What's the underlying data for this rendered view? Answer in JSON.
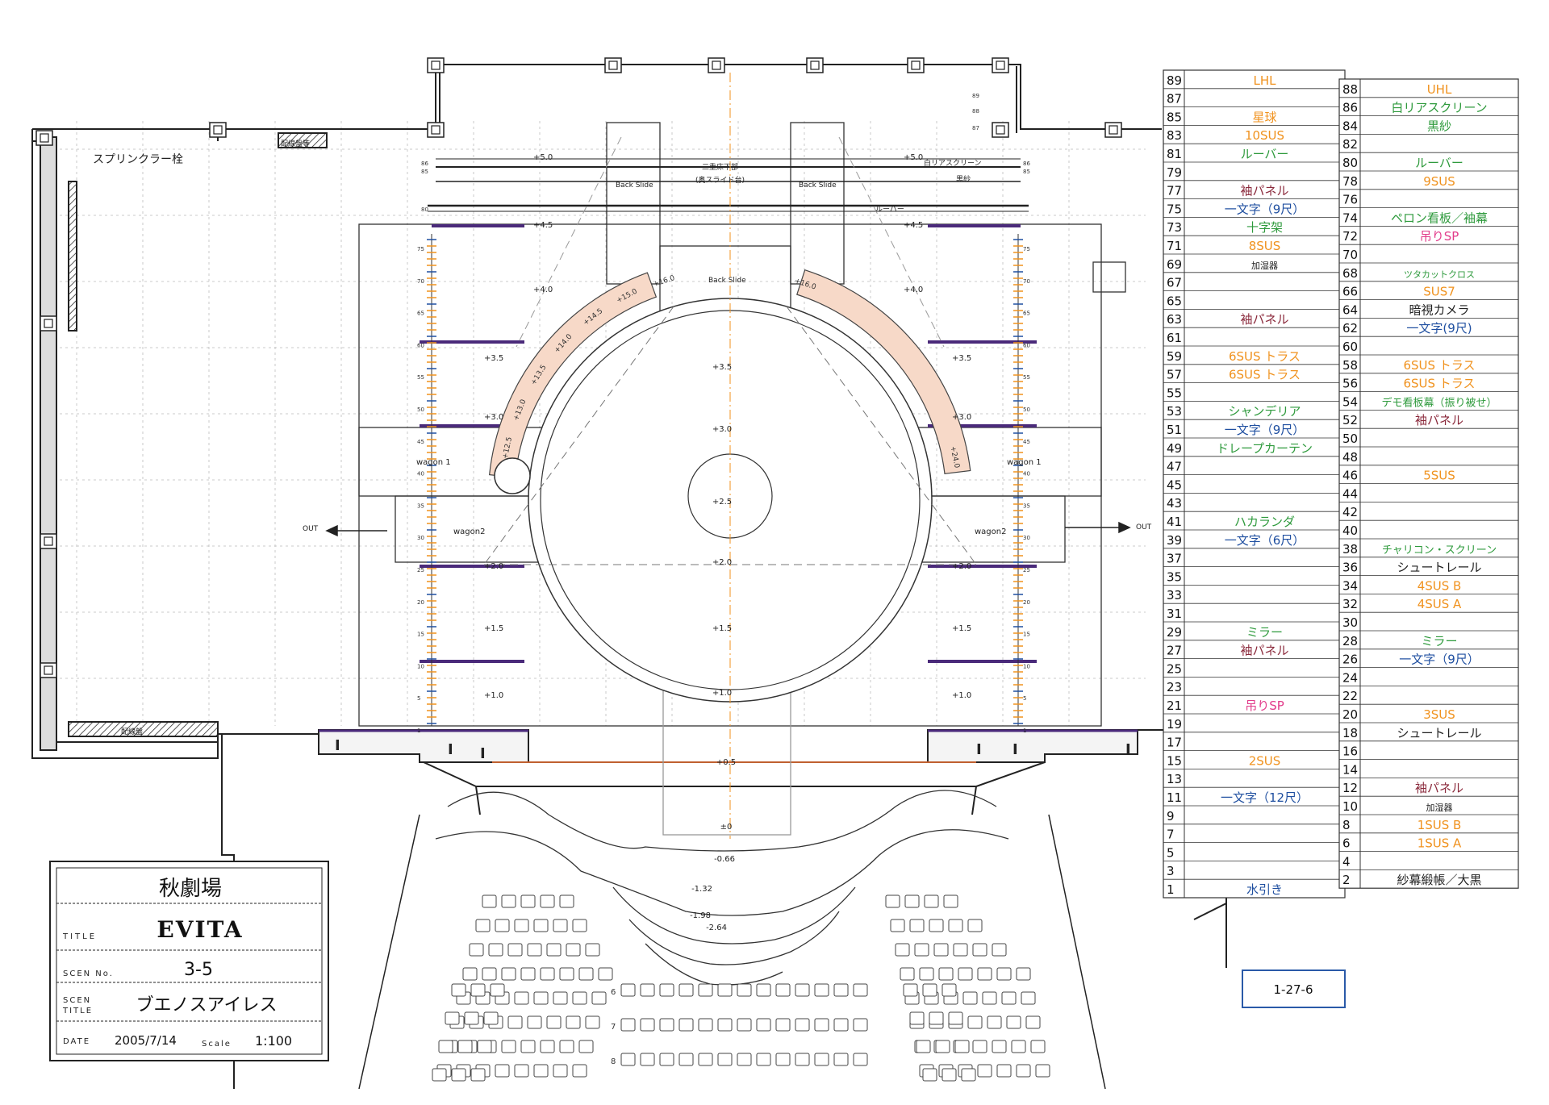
{
  "plan": {
    "labels": {
      "sprinkler": "スプリンクラー栓",
      "panel_top": "配線盤等",
      "panel_bottom": "配線盤",
      "back_slide": "Back Slide",
      "double_floor": "二重床下部",
      "double_floor_sub": "(奥スライド台)",
      "wagon1": "wagon 1",
      "wagon2": "wagon2",
      "out": "OUT",
      "white_screen": "白リアスクリーン",
      "black_gauze": "黒紗",
      "louver": "ルーバー"
    },
    "levels": [
      "+5.0",
      "+4.5",
      "+4.0",
      "+3.5",
      "+3.0",
      "+2.5",
      "+2.0",
      "+1.5",
      "+1.0",
      "+0.5",
      "±0",
      "-0.66",
      "-1.32",
      "-1.98",
      "-2.64"
    ],
    "arc_left": [
      "+12.5",
      "+13.0",
      "+13.5",
      "+14.0",
      "+14.5",
      "+15.0",
      "+16.0"
    ],
    "arc_right": [
      "+16.0",
      "+24.0"
    ],
    "ruler_marks": [
      "75",
      "70",
      "65",
      "60",
      "55",
      "50",
      "45",
      "40",
      "35",
      "30",
      "25",
      "20",
      "15",
      "10",
      "5",
      "1"
    ],
    "small_nums": [
      "89",
      "88",
      "87",
      "86",
      "85",
      "80"
    ],
    "row_numbers": [
      "6",
      "7",
      "8"
    ]
  },
  "batten_left": [
    {
      "n": "89",
      "label": "LHL",
      "color": "#f0921e"
    },
    {
      "n": "87",
      "label": "",
      "color": "#000"
    },
    {
      "n": "85",
      "label": "星球",
      "color": "#f0921e"
    },
    {
      "n": "83",
      "label": "10SUS",
      "color": "#f0921e"
    },
    {
      "n": "81",
      "label": "ルーバー",
      "color": "#2e9a3c"
    },
    {
      "n": "79",
      "label": "",
      "color": "#000"
    },
    {
      "n": "77",
      "label": "袖パネル",
      "color": "#8b2a3c"
    },
    {
      "n": "75",
      "label": "一文字（9尺）",
      "color": "#1f4fa0"
    },
    {
      "n": "73",
      "label": "十字架",
      "color": "#2e9a3c"
    },
    {
      "n": "71",
      "label": "8SUS",
      "color": "#f0921e"
    },
    {
      "n": "69",
      "label": "加湿器",
      "color": "#222"
    },
    {
      "n": "67",
      "label": "",
      "color": "#000"
    },
    {
      "n": "65",
      "label": "",
      "color": "#000"
    },
    {
      "n": "63",
      "label": "袖パネル",
      "color": "#8b2a3c"
    },
    {
      "n": "61",
      "label": "",
      "color": "#000"
    },
    {
      "n": "59",
      "label": "6SUS トラス",
      "color": "#f0921e"
    },
    {
      "n": "57",
      "label": "6SUS トラス",
      "color": "#f0921e"
    },
    {
      "n": "55",
      "label": "",
      "color": "#000"
    },
    {
      "n": "53",
      "label": "シャンデリア",
      "color": "#2e9a3c"
    },
    {
      "n": "51",
      "label": "一文字（9尺）",
      "color": "#1f4fa0"
    },
    {
      "n": "49",
      "label": "ドレープカーテン",
      "color": "#2e9a3c"
    },
    {
      "n": "47",
      "label": "",
      "color": "#000"
    },
    {
      "n": "45",
      "label": "",
      "color": "#000"
    },
    {
      "n": "43",
      "label": "",
      "color": "#000"
    },
    {
      "n": "41",
      "label": "ハカランダ",
      "color": "#2e9a3c"
    },
    {
      "n": "39",
      "label": "一文字（6尺）",
      "color": "#1f4fa0"
    },
    {
      "n": "37",
      "label": "",
      "color": "#000"
    },
    {
      "n": "35",
      "label": "",
      "color": "#000"
    },
    {
      "n": "33",
      "label": "",
      "color": "#000"
    },
    {
      "n": "31",
      "label": "",
      "color": "#000"
    },
    {
      "n": "29",
      "label": "ミラー",
      "color": "#2e9a3c"
    },
    {
      "n": "27",
      "label": "袖パネル",
      "color": "#8b2a3c"
    },
    {
      "n": "25",
      "label": "",
      "color": "#000"
    },
    {
      "n": "23",
      "label": "",
      "color": "#000"
    },
    {
      "n": "21",
      "label": "吊りSP",
      "color": "#e23b8a"
    },
    {
      "n": "19",
      "label": "",
      "color": "#000"
    },
    {
      "n": "17",
      "label": "",
      "color": "#000"
    },
    {
      "n": "15",
      "label": "2SUS",
      "color": "#f0921e"
    },
    {
      "n": "13",
      "label": "",
      "color": "#000"
    },
    {
      "n": "11",
      "label": "一文字（12尺）",
      "color": "#1f4fa0"
    },
    {
      "n": "9",
      "label": "",
      "color": "#000"
    },
    {
      "n": "7",
      "label": "",
      "color": "#000"
    },
    {
      "n": "5",
      "label": "",
      "color": "#000"
    },
    {
      "n": "3",
      "label": "",
      "color": "#000"
    },
    {
      "n": "1",
      "label": "水引き",
      "color": "#1f4fa0"
    }
  ],
  "batten_right": [
    {
      "n": "88",
      "label": "UHL",
      "color": "#f0921e"
    },
    {
      "n": "86",
      "label": "白リアスクリーン",
      "color": "#2e9a3c"
    },
    {
      "n": "84",
      "label": "黒紗",
      "color": "#2e9a3c"
    },
    {
      "n": "82",
      "label": "",
      "color": "#000"
    },
    {
      "n": "80",
      "label": "ルーバー",
      "color": "#2e9a3c"
    },
    {
      "n": "78",
      "label": "9SUS",
      "color": "#f0921e"
    },
    {
      "n": "76",
      "label": "",
      "color": "#000"
    },
    {
      "n": "74",
      "label": "ペロン看板／袖幕",
      "color": "#2e9a3c"
    },
    {
      "n": "72",
      "label": "吊りSP",
      "color": "#e23b8a"
    },
    {
      "n": "70",
      "label": "",
      "color": "#000"
    },
    {
      "n": "68",
      "label": "ツタカットクロス",
      "color": "#2e9a3c"
    },
    {
      "n": "66",
      "label": "SUS7",
      "color": "#f0921e"
    },
    {
      "n": "64",
      "label": "暗視カメラ",
      "color": "#222"
    },
    {
      "n": "62",
      "label": "一文字(9尺)",
      "color": "#1f4fa0"
    },
    {
      "n": "60",
      "label": "",
      "color": "#000"
    },
    {
      "n": "58",
      "label": "6SUS トラス",
      "color": "#f0921e"
    },
    {
      "n": "56",
      "label": "6SUS トラス",
      "color": "#f0921e"
    },
    {
      "n": "54",
      "label": "デモ看板幕（振り被せ）",
      "color": "#2e9a3c"
    },
    {
      "n": "52",
      "label": "袖パネル",
      "color": "#8b2a3c"
    },
    {
      "n": "50",
      "label": "",
      "color": "#000"
    },
    {
      "n": "48",
      "label": "",
      "color": "#000"
    },
    {
      "n": "46",
      "label": "5SUS",
      "color": "#f0921e"
    },
    {
      "n": "44",
      "label": "",
      "color": "#000"
    },
    {
      "n": "42",
      "label": "",
      "color": "#000"
    },
    {
      "n": "40",
      "label": "",
      "color": "#000"
    },
    {
      "n": "38",
      "label": "チャリコン・スクリーン",
      "color": "#2e9a3c"
    },
    {
      "n": "36",
      "label": "シュートレール",
      "color": "#222"
    },
    {
      "n": "34",
      "label": "4SUS B",
      "color": "#f0921e"
    },
    {
      "n": "32",
      "label": "4SUS A",
      "color": "#f0921e"
    },
    {
      "n": "30",
      "label": "",
      "color": "#000"
    },
    {
      "n": "28",
      "label": "ミラー",
      "color": "#2e9a3c"
    },
    {
      "n": "26",
      "label": "一文字（9尺）",
      "color": "#1f4fa0"
    },
    {
      "n": "24",
      "label": "",
      "color": "#000"
    },
    {
      "n": "22",
      "label": "",
      "color": "#000"
    },
    {
      "n": "20",
      "label": "3SUS",
      "color": "#f0921e"
    },
    {
      "n": "18",
      "label": "シュートレール",
      "color": "#222"
    },
    {
      "n": "16",
      "label": "",
      "color": "#000"
    },
    {
      "n": "14",
      "label": "",
      "color": "#000"
    },
    {
      "n": "12",
      "label": "袖パネル",
      "color": "#8b2a3c"
    },
    {
      "n": "10",
      "label": "加湿器",
      "color": "#222"
    },
    {
      "n": "8",
      "label": "1SUS B",
      "color": "#f0921e"
    },
    {
      "n": "6",
      "label": "1SUS A",
      "color": "#f0921e"
    },
    {
      "n": "4",
      "label": "",
      "color": "#000"
    },
    {
      "n": "2",
      "label": "紗幕緞帳／大黒",
      "color": "#222"
    }
  ],
  "title_block": {
    "theater": "秋劇場",
    "title_label": "TITLE",
    "title": "EVITA",
    "scene_no_label": "SCEN No.",
    "scene_no": "3-5",
    "scene_title_label_1": "SCEN",
    "scene_title_label_2": "TITLE",
    "scene_title": "ブエノスアイレス",
    "date_label": "DATE",
    "date": "2005/7/14",
    "scale_label": "Scale",
    "scale": "1:100"
  },
  "sheet_id": "1-27-6",
  "colors": {
    "orange": "#f0921e",
    "green": "#2e9a3c",
    "blue": "#1f4fa0",
    "pink": "#e23b8a",
    "maroon": "#8b2a3c",
    "purple": "#4a2a7a",
    "salmon": "#f7d9c8",
    "sheet_box": "#2a5aa8"
  }
}
